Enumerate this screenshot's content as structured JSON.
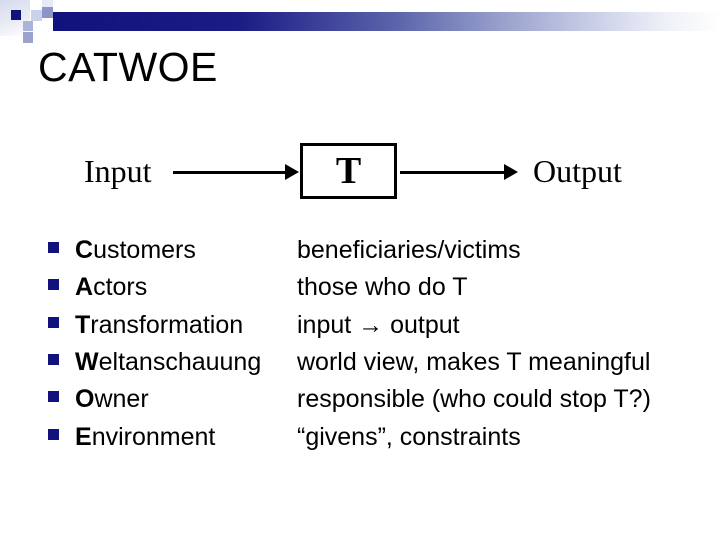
{
  "slide": {
    "title": "CATWOE",
    "colors": {
      "navy": "#12127c",
      "bar_fade_mid": "#9ba3cd",
      "text": "#000000",
      "background": "#ffffff"
    },
    "decoration": {
      "style": "pixel-gradient-bar",
      "squares": [
        "navy",
        "light-lavender",
        "slate-blue",
        "pale-lavender",
        "mid-lavender",
        "lavender"
      ]
    },
    "diagram": {
      "input_label": "Input",
      "box_label": "T",
      "output_label": "Output"
    },
    "list": {
      "rows": [
        {
          "term": "Customers",
          "desc": "beneficiaries/victims"
        },
        {
          "term": "Actors",
          "desc": "those who do T"
        },
        {
          "term": "Transformation",
          "desc": "input → output"
        },
        {
          "term": "Weltanschauung",
          "desc": "world view, makes T meaningful"
        },
        {
          "term": "Owner",
          "desc": "responsible (who could stop T?)"
        },
        {
          "term": "Environment",
          "desc": "“givens”, constraints"
        }
      ]
    }
  }
}
